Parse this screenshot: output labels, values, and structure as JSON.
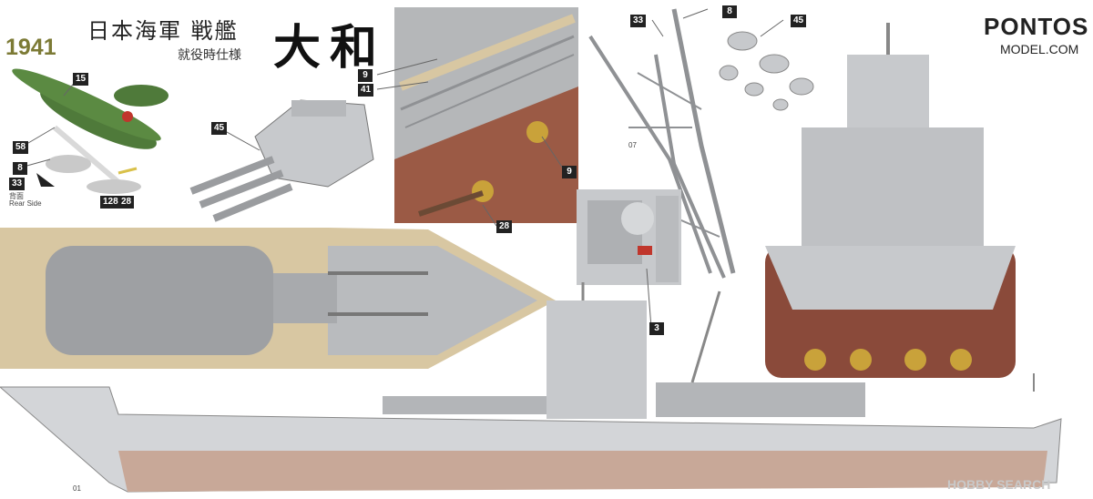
{
  "header": {
    "year": "1941",
    "title_line1": "日本海軍 戦艦",
    "title_line2": "就役時仕様",
    "ship_name": "大和"
  },
  "brand": {
    "name": "PONTOS",
    "site": "MODEL.COM"
  },
  "parts": {
    "aircraft": [
      "15",
      "58",
      "8",
      "33",
      "128",
      "28"
    ],
    "turret": [
      "45"
    ],
    "deck_detail": [
      "9",
      "41",
      "9",
      "28"
    ],
    "crane": [
      "33",
      "8"
    ],
    "crane_code": "07",
    "reels": [
      "45"
    ],
    "mast": [
      "3"
    ],
    "hull_code": "01"
  },
  "aircraft_note": {
    "jp": "背面",
    "en": "Rear Side"
  },
  "watermark": "HOBBY SEARCH",
  "colors": {
    "hull_gray": "#c7c9cc",
    "deck_wood": "#d8c7a2",
    "lower_hull": "#8a4a3a",
    "brass": "#c9a23a",
    "plane_green": "#4f7a3a"
  }
}
